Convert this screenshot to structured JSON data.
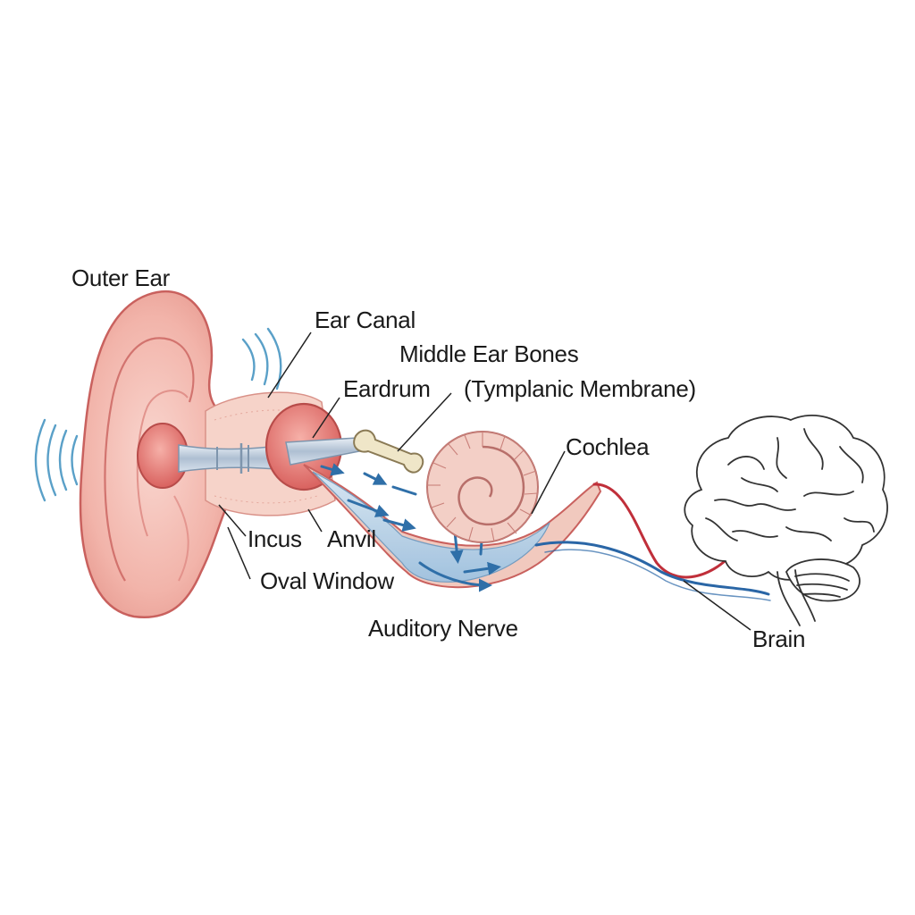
{
  "labels": {
    "outer_ear": "Outer Ear",
    "ear_canal": "Ear Canal",
    "middle_ear_bones": "Middle Ear Bones",
    "eardrum": "Eardrum",
    "tymplanic_membrane": "(Tymplanic Membrane)",
    "cochlea": "Cochlea",
    "incus": "Incus",
    "anvil": "Anvil",
    "oval_window": "Oval Window",
    "auditory_nerve": "Auditory Nerve",
    "brain": "Brain"
  },
  "colors": {
    "skin_light": "#f7c7bf",
    "skin_mid": "#eda198",
    "skin_outline": "#c9615e",
    "bone": "#efe6c8",
    "fluid": "#bcd6ea",
    "flow_arrow": "#2f6fa8",
    "sound_wave": "#5aa0c8",
    "nerve_red": "#c02f3a",
    "nerve_blue": "#2a66a6",
    "brain_outline": "#333333"
  }
}
